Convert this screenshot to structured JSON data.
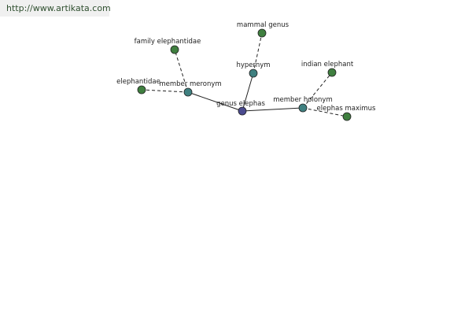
{
  "banner": {
    "url": "http://www.artikata.com"
  },
  "colors": {
    "center_node": "#4b4b8f",
    "relation_node": "#3f8080",
    "leaf_node": "#3f7f3f",
    "edge": "#222222",
    "banner_bg": "#f0f0f0"
  },
  "graph": {
    "center": {
      "id": "genus-elephas",
      "label": "genus elephas",
      "kind": "center"
    },
    "relations": [
      {
        "id": "member-meronym",
        "label": "member meronym",
        "kind": "relation"
      },
      {
        "id": "hypernym",
        "label": "hypernym",
        "kind": "relation"
      },
      {
        "id": "member-holonym",
        "label": "member holonym",
        "kind": "relation"
      }
    ],
    "leaves": [
      {
        "id": "family-elephantidae",
        "label": "family elephantidae",
        "parent": "member-meronym"
      },
      {
        "id": "elephantidae",
        "label": "elephantidae",
        "parent": "member-meronym"
      },
      {
        "id": "mammal-genus",
        "label": "mammal genus",
        "parent": "hypernym"
      },
      {
        "id": "indian-elephant",
        "label": "indian elephant",
        "parent": "member-holonym"
      },
      {
        "id": "elephas-maximus",
        "label": "elephas maximus",
        "parent": "member-holonym"
      }
    ]
  }
}
